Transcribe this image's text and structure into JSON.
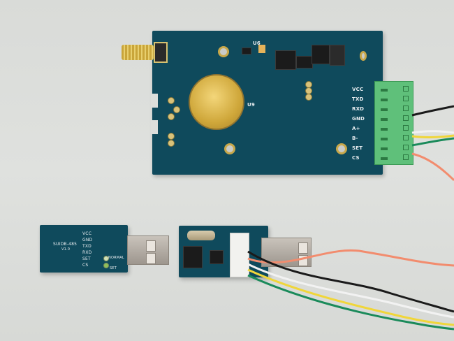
{
  "scene": {
    "description": "Photo of an RS485 wireless module board with screw terminal and a USB-to-serial adapter",
    "background_color": "#dcdedb"
  },
  "main_board": {
    "color": "#0f4a5c",
    "labels": {
      "u6": "U6",
      "u9": "U9"
    },
    "terminal_pins": [
      "VCC",
      "TXD",
      "RXD",
      "GND",
      "A+",
      "B-",
      "SET",
      "CS"
    ],
    "terminal_color": "#5fc07a"
  },
  "usb_module": {
    "model": "SUIDB-485",
    "version": "V1.0",
    "pins": [
      "VCC",
      "GND",
      "TXD",
      "RXD",
      "SET",
      "CS"
    ],
    "mode_labels": [
      "NORMAL",
      "SET"
    ]
  },
  "adapter": {
    "wire_colors": [
      "#1a1a1a",
      "#f2f2f2",
      "#f0d63a",
      "#f28c6e",
      "#1a8a5a"
    ]
  }
}
